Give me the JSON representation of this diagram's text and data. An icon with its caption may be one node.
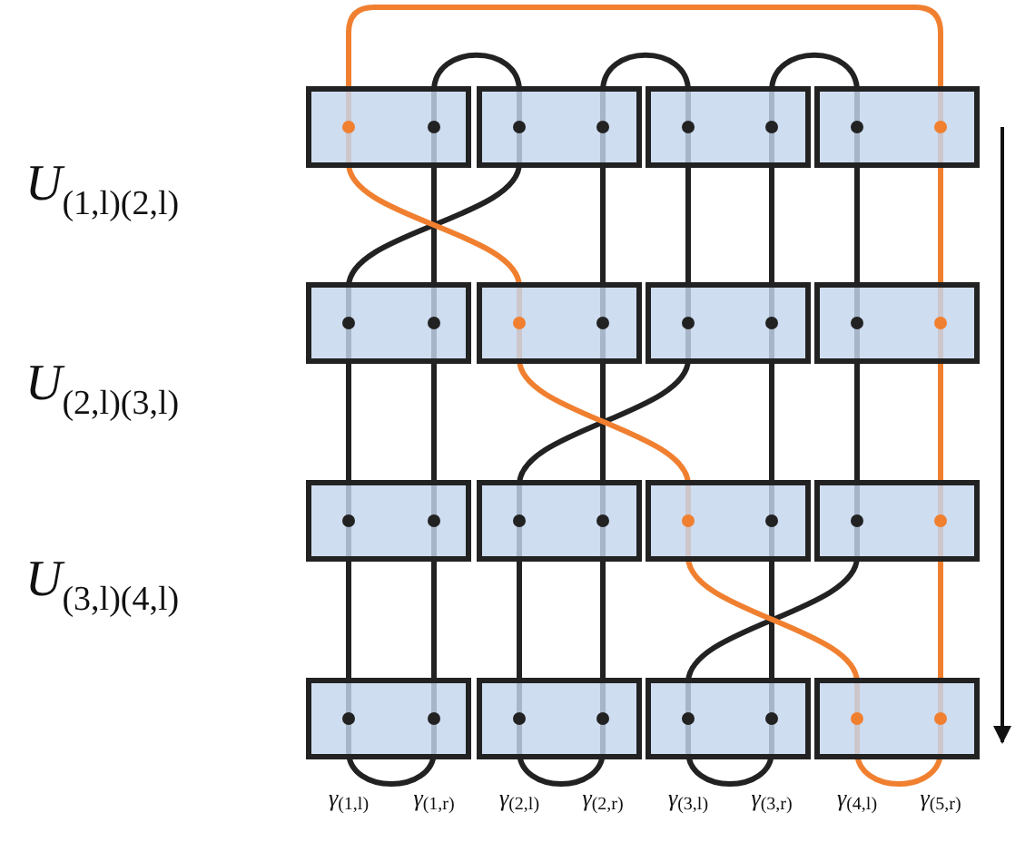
{
  "diagram": {
    "labels": [
      "U$_{(1,l)(2,l)}$",
      "U$_{(2,l)(3,l)}$",
      "U$_{(3,l)(4,l)}$",
      "γ$_{(1,l)}$",
      "γ$_{(1,r)}$",
      "γ$_{(2,l)}$",
      "γ$_{(2,r)}$",
      "γ$_{(3,l)}$",
      "γ$_{(3,r)}$",
      "γ$_{(4,l)}$",
      "γ$_{(5,r)}$"
    ]
  }
}
